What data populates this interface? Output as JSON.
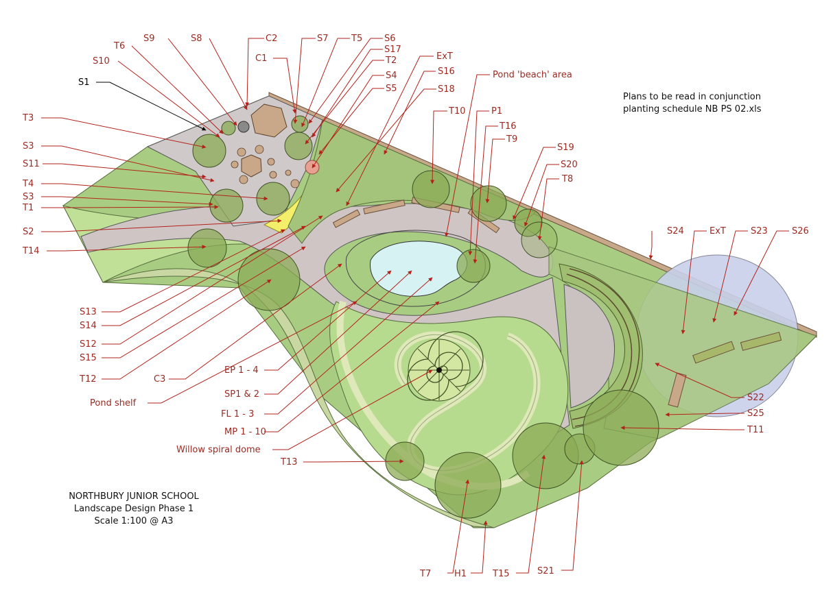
{
  "note": {
    "line1": "Plans to be read in conjunction",
    "line2": "planting schedule NB PS 02.xls"
  },
  "title_block": {
    "school": "NORTHBURY JUNIOR SCHOOL",
    "project": "Landscape Design Phase 1",
    "scale": "Scale 1:100 @ A3"
  },
  "labels": [
    {
      "id": "S9",
      "text": "S9"
    },
    {
      "id": "S8",
      "text": "S8"
    },
    {
      "id": "C2",
      "text": "C2"
    },
    {
      "id": "S7",
      "text": "S7"
    },
    {
      "id": "T5",
      "text": "T5"
    },
    {
      "id": "S6",
      "text": "S6"
    },
    {
      "id": "S17",
      "text": "S17"
    },
    {
      "id": "T6",
      "text": "T6"
    },
    {
      "id": "C1",
      "text": "C1"
    },
    {
      "id": "T2",
      "text": "T2"
    },
    {
      "id": "ExT1",
      "text": "ExT"
    },
    {
      "id": "S10",
      "text": "S10"
    },
    {
      "id": "S4",
      "text": "S4"
    },
    {
      "id": "S16",
      "text": "S16"
    },
    {
      "id": "Pond",
      "text": "Pond 'beach' area"
    },
    {
      "id": "S1",
      "text": "S1"
    },
    {
      "id": "S5",
      "text": "S5"
    },
    {
      "id": "S18",
      "text": "S18"
    },
    {
      "id": "T10",
      "text": "T10"
    },
    {
      "id": "P1",
      "text": "P1"
    },
    {
      "id": "T3",
      "text": "T3"
    },
    {
      "id": "T16",
      "text": "T16"
    },
    {
      "id": "T9",
      "text": "T9"
    },
    {
      "id": "S3a",
      "text": "S3"
    },
    {
      "id": "S19",
      "text": "S19"
    },
    {
      "id": "S11",
      "text": "S11"
    },
    {
      "id": "S20",
      "text": "S20"
    },
    {
      "id": "T4",
      "text": "T4"
    },
    {
      "id": "T8",
      "text": "T8"
    },
    {
      "id": "S3b",
      "text": "S3"
    },
    {
      "id": "T1",
      "text": "T1"
    },
    {
      "id": "S24",
      "text": "S24"
    },
    {
      "id": "ExT2",
      "text": "ExT"
    },
    {
      "id": "S23",
      "text": "S23"
    },
    {
      "id": "S26",
      "text": "S26"
    },
    {
      "id": "S2",
      "text": "S2"
    },
    {
      "id": "T14",
      "text": "T14"
    },
    {
      "id": "S13",
      "text": "S13"
    },
    {
      "id": "S14",
      "text": "S14"
    },
    {
      "id": "S12",
      "text": "S12"
    },
    {
      "id": "S15",
      "text": "S15"
    },
    {
      "id": "T12",
      "text": "T12"
    },
    {
      "id": "C3",
      "text": "C3"
    },
    {
      "id": "EP",
      "text": "EP 1 - 4"
    },
    {
      "id": "SP",
      "text": "SP1 & 2"
    },
    {
      "id": "S22",
      "text": "S22"
    },
    {
      "id": "S25",
      "text": "S25"
    },
    {
      "id": "Shelf",
      "text": "Pond shelf"
    },
    {
      "id": "FL",
      "text": "FL 1 - 3"
    },
    {
      "id": "T11",
      "text": "T11"
    },
    {
      "id": "MP",
      "text": "MP 1 - 10"
    },
    {
      "id": "Willow",
      "text": "Willow spiral dome"
    },
    {
      "id": "T13",
      "text": "T13"
    },
    {
      "id": "T7",
      "text": "T7"
    },
    {
      "id": "H1",
      "text": "H1"
    },
    {
      "id": "T15",
      "text": "T15"
    },
    {
      "id": "S21",
      "text": "S21"
    }
  ],
  "colors": {
    "label": "#9b2a22",
    "light_grass": "#b5d98d",
    "mid_grass": "#a6cc80",
    "planting_bed": "#9fbf74",
    "paving": "#cdc3c3",
    "path": "#dfe8b8",
    "pond": "#cfeef0",
    "hedge": "#99b46e",
    "wildflower": "#c5cee8",
    "tree": "#8cab57",
    "sand": "#f3ef6a",
    "boundary": "#c7a98a"
  }
}
